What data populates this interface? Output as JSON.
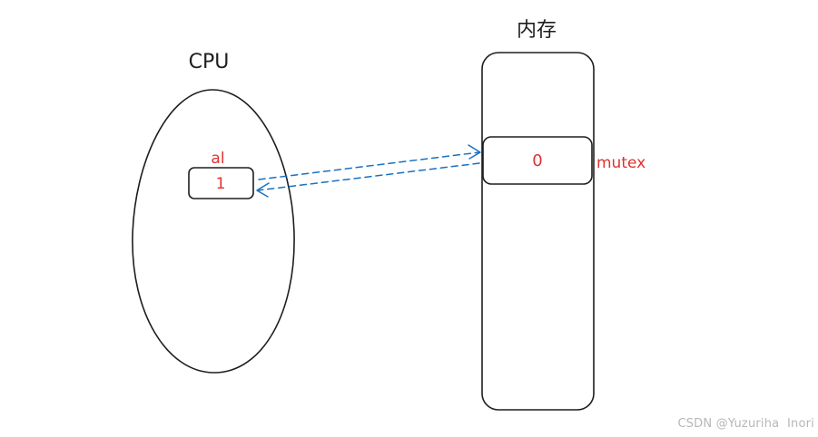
{
  "labels": {
    "cpu_title": "CPU",
    "memory_title": "内存",
    "register_name": "al",
    "register_value": "1",
    "memory_value": "0",
    "memory_variable": "mutex"
  },
  "watermark": "CSDN @Yuzuriha  Inori",
  "colors": {
    "ink": "#1e1e1e",
    "accent_red": "#e03131",
    "arrow_blue": "#1971c2",
    "watermark": "#b7b7b7"
  }
}
